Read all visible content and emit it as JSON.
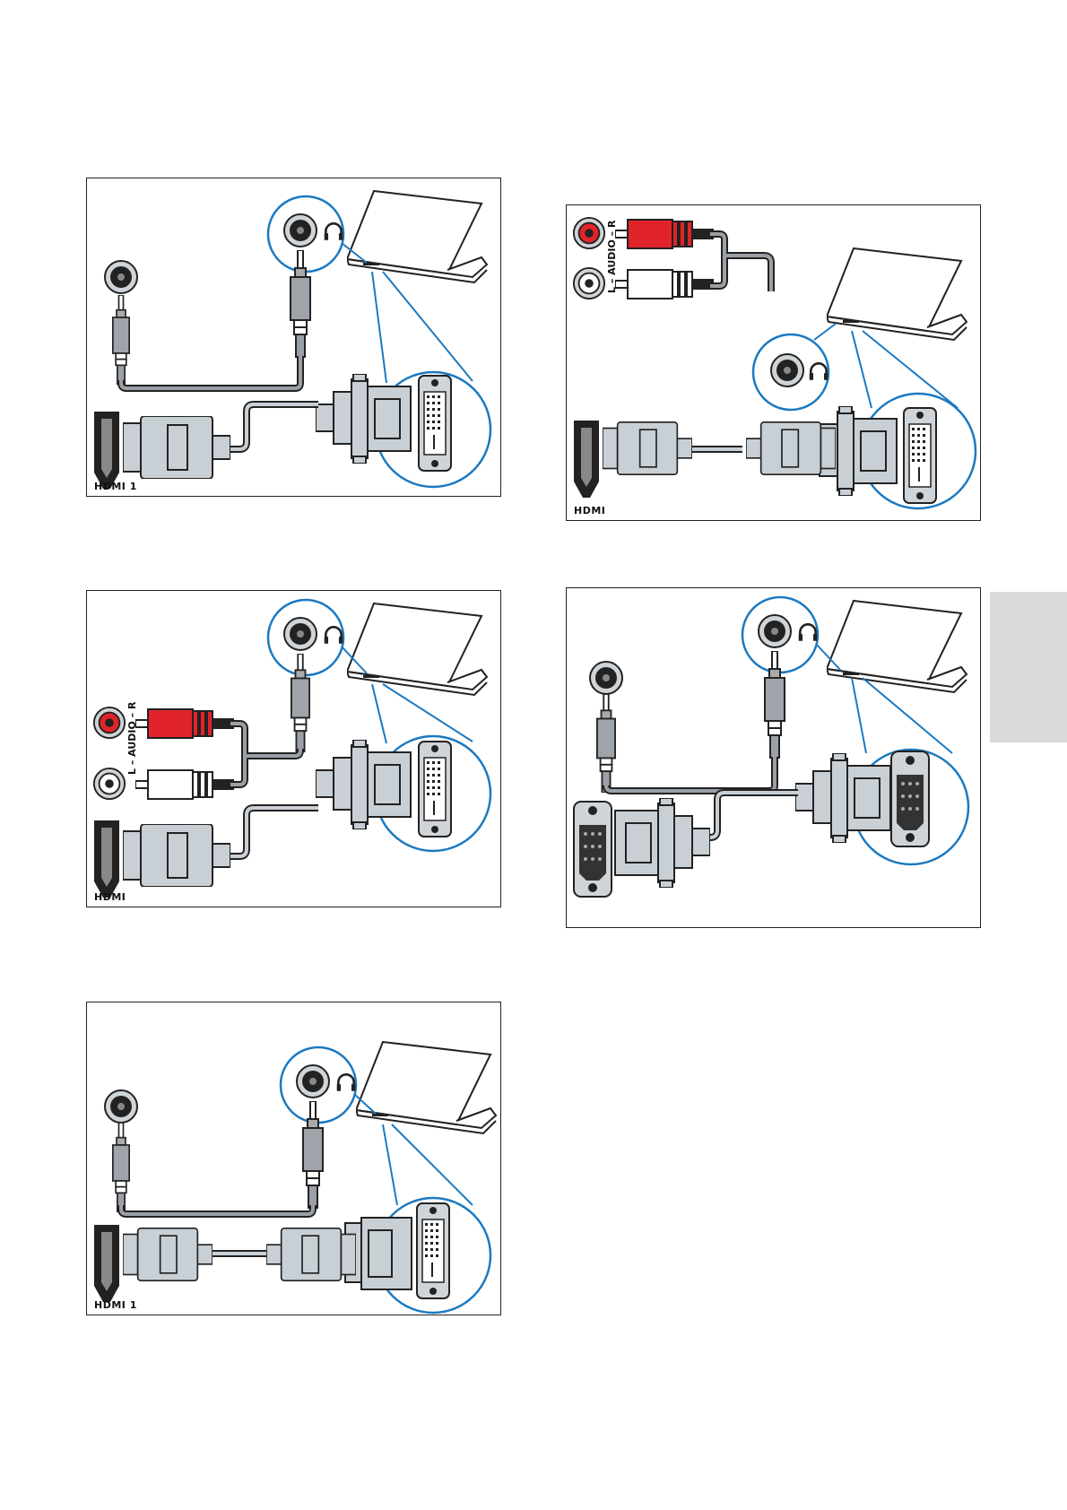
{
  "panels": [
    {
      "id": "p1",
      "port_label": "HDMI 1",
      "laptop_port": "DVI"
    },
    {
      "id": "p2",
      "port_label": "HDMI",
      "audio_label": "L – AUDIO – R",
      "laptop_port": "DVI"
    },
    {
      "id": "p3",
      "port_label": "HDMI",
      "audio_label": "L – AUDIO – R",
      "laptop_port": "DVI"
    },
    {
      "id": "p4",
      "port_label": "",
      "laptop_port": "VGA"
    },
    {
      "id": "p5",
      "port_label": "HDMI 1",
      "laptop_port": "DVI"
    }
  ],
  "colors": {
    "outline": "#222222",
    "accent_blue": "#1b79c1",
    "connector_grey": "#c8cfd5",
    "cable_grey": "#9aa0a6",
    "audio_red": "#e1232a",
    "side_tab": "#d9d9d9"
  },
  "icons": [
    "headphone-icon",
    "laptop-icon",
    "hdmi-port-icon",
    "dvi-port-icon",
    "vga-port-icon",
    "audio-jack-icon",
    "rca-jack-icon"
  ]
}
